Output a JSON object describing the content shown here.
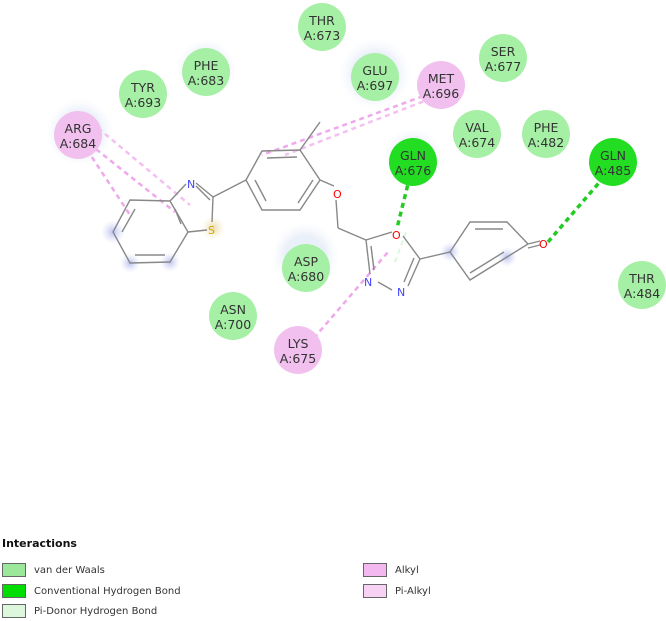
{
  "residues": [
    {
      "id": "thr673",
      "name": "THR",
      "num": "A:673",
      "type": "vdw"
    },
    {
      "id": "ser677",
      "name": "SER",
      "num": "A:677",
      "type": "vdw"
    },
    {
      "id": "phe683",
      "name": "PHE",
      "num": "A:683",
      "type": "vdw"
    },
    {
      "id": "glu697",
      "name": "GLU",
      "num": "A:697",
      "type": "vdw"
    },
    {
      "id": "met696",
      "name": "MET",
      "num": "A:696",
      "type": "alkyl"
    },
    {
      "id": "tyr693",
      "name": "TYR",
      "num": "A:693",
      "type": "vdw"
    },
    {
      "id": "val674",
      "name": "VAL",
      "num": "A:674",
      "type": "vdw"
    },
    {
      "id": "phe482",
      "name": "PHE",
      "num": "A:482",
      "type": "vdw"
    },
    {
      "id": "arg684",
      "name": "ARG",
      "num": "A:684",
      "type": "alkyl"
    },
    {
      "id": "gln676",
      "name": "GLN",
      "num": "A:676",
      "type": "hbond"
    },
    {
      "id": "gln485",
      "name": "GLN",
      "num": "A:485",
      "type": "hbond"
    },
    {
      "id": "asp680",
      "name": "ASP",
      "num": "A:680",
      "type": "vdw"
    },
    {
      "id": "thr484",
      "name": "THR",
      "num": "A:484",
      "type": "vdw"
    },
    {
      "id": "asn700",
      "name": "ASN",
      "num": "A:700",
      "type": "vdw"
    },
    {
      "id": "lys675",
      "name": "LYS",
      "num": "A:675",
      "type": "alkyl"
    }
  ],
  "atoms": {
    "n_benzothiazole": "N",
    "s_benzothiazole": "S",
    "o_ether": "O",
    "o_oxadiazole": "O",
    "n_oxadiazole_1": "N",
    "n_oxadiazole_2": "N",
    "o_carbonyl": "O"
  },
  "legend": {
    "title": "Interactions",
    "items": [
      {
        "label": "van der Waals",
        "color": "#9be89b"
      },
      {
        "label": "Conventional Hydrogen Bond",
        "color": "#00dd00"
      },
      {
        "label": "Pi-Donor Hydrogen Bond",
        "color": "#dcf7dc"
      },
      {
        "label": "Alkyl",
        "color": "#f3b8ef"
      },
      {
        "label": "Pi-Alkyl",
        "color": "#f7d2f4"
      }
    ]
  },
  "colors": {
    "vdw": "#a6f0a6",
    "hbond": "#22dd22",
    "alkyl": "#f1c0ee",
    "hbond_line": "#22cc22",
    "alkyl_line": "#f0a8ec",
    "bond": "#888888",
    "n_atom": "#4444ff",
    "o_atom": "#ff0000",
    "s_atom": "#ccaa00"
  }
}
